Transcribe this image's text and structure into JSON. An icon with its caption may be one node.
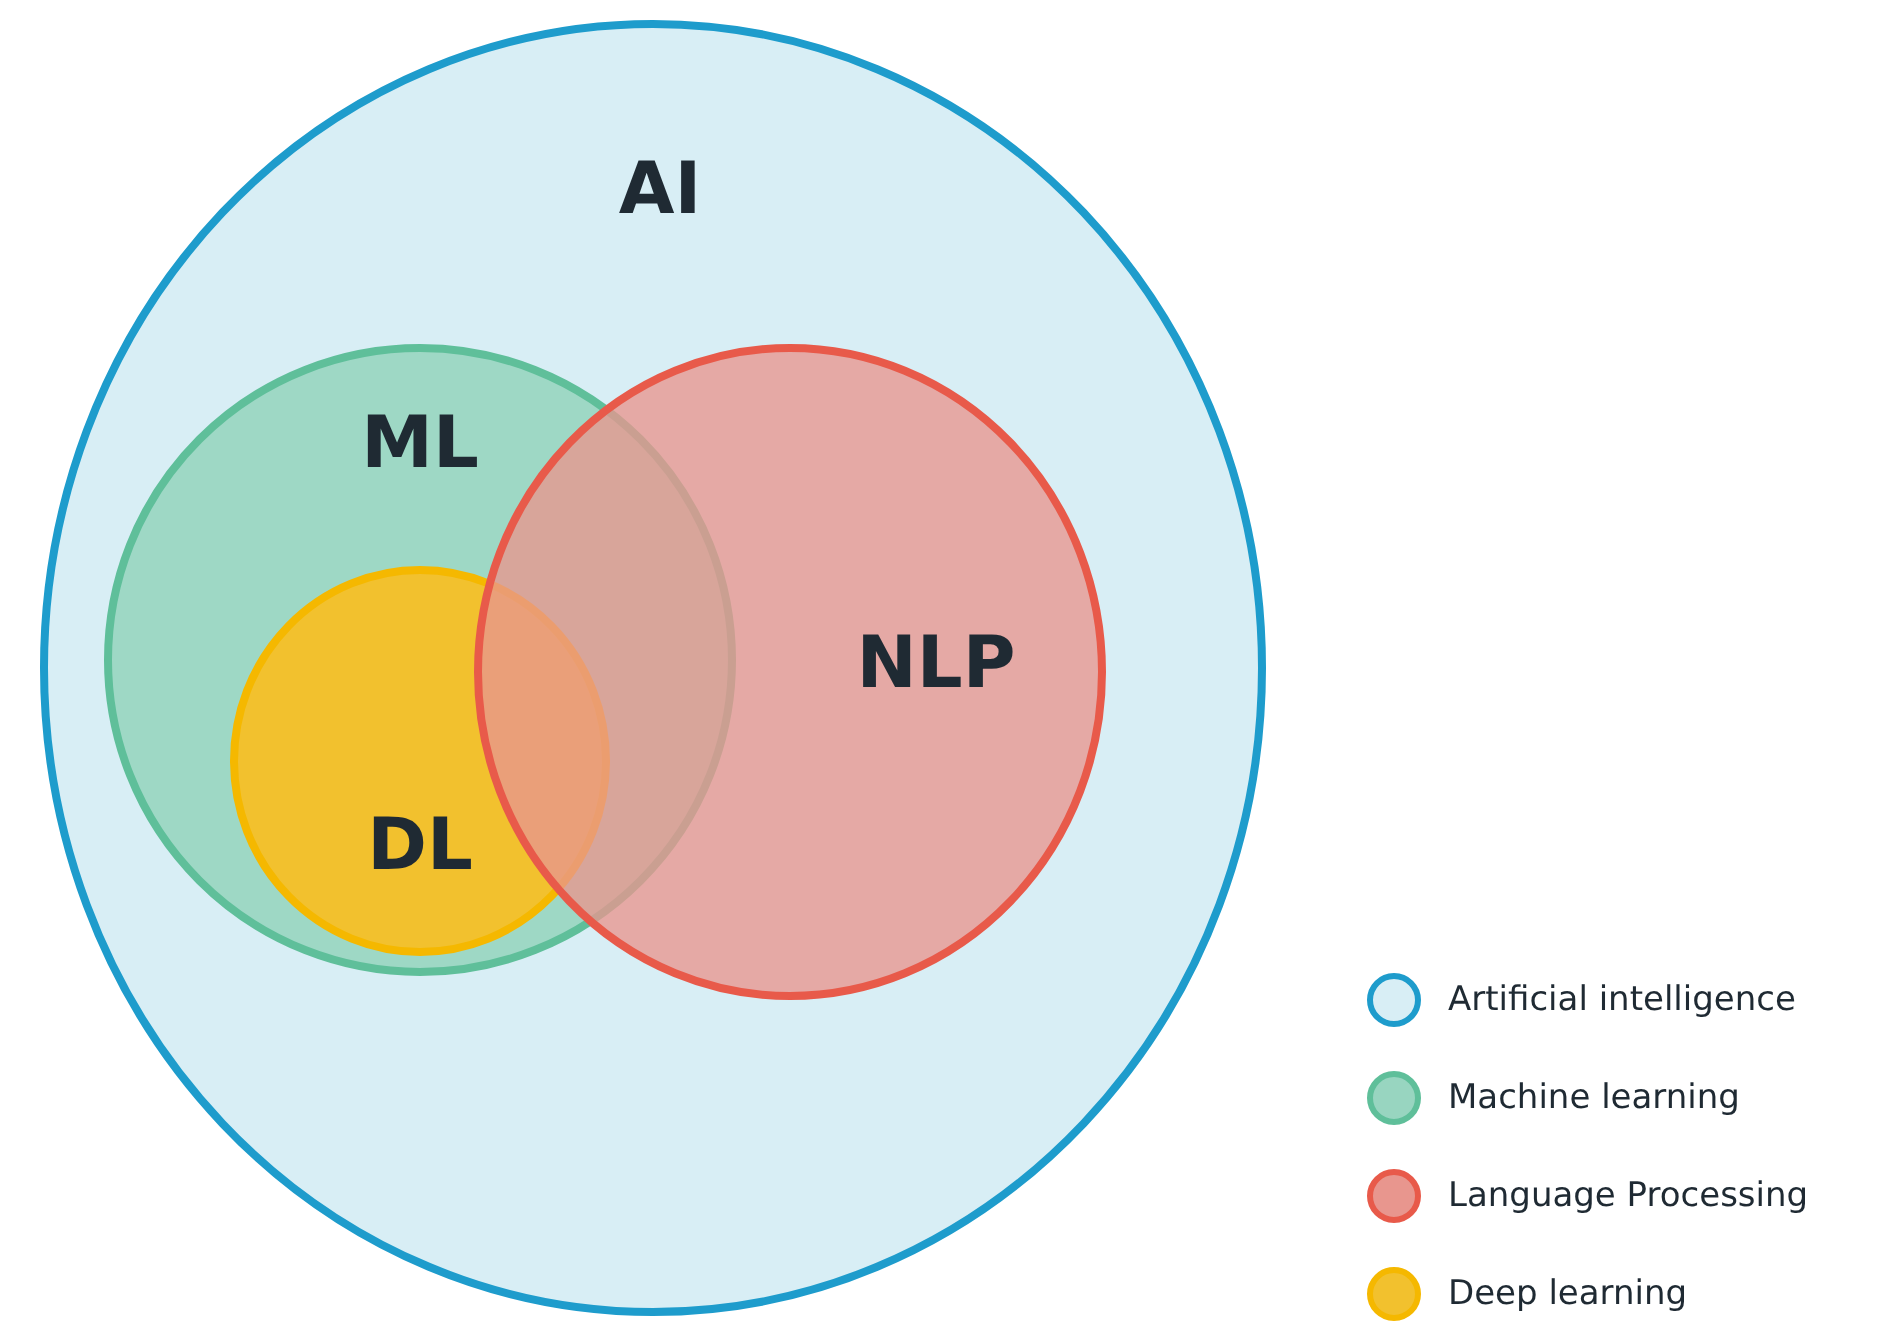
{
  "diagram": {
    "nodes": [
      {
        "text": [
          "AI"
        ]
      },
      {
        "text": [
          "ML"
        ],
        "in": 0
      },
      {
        "text": [
          "DL"
        ],
        "in": 1
      },
      {
        "text": [
          "NLP"
        ],
        "in": 0
      }
    ],
    "legend": [
      {
        "text": "Artificial intelligence",
        "color": "#d8eef5"
      },
      {
        "text": "Machine learning",
        "color": "#98d5c0"
      },
      {
        "text": "Language Processing",
        "color": "#e8968e"
      },
      {
        "text": "Deep learning",
        "color": "#f2c12e"
      }
    ]
  }
}
